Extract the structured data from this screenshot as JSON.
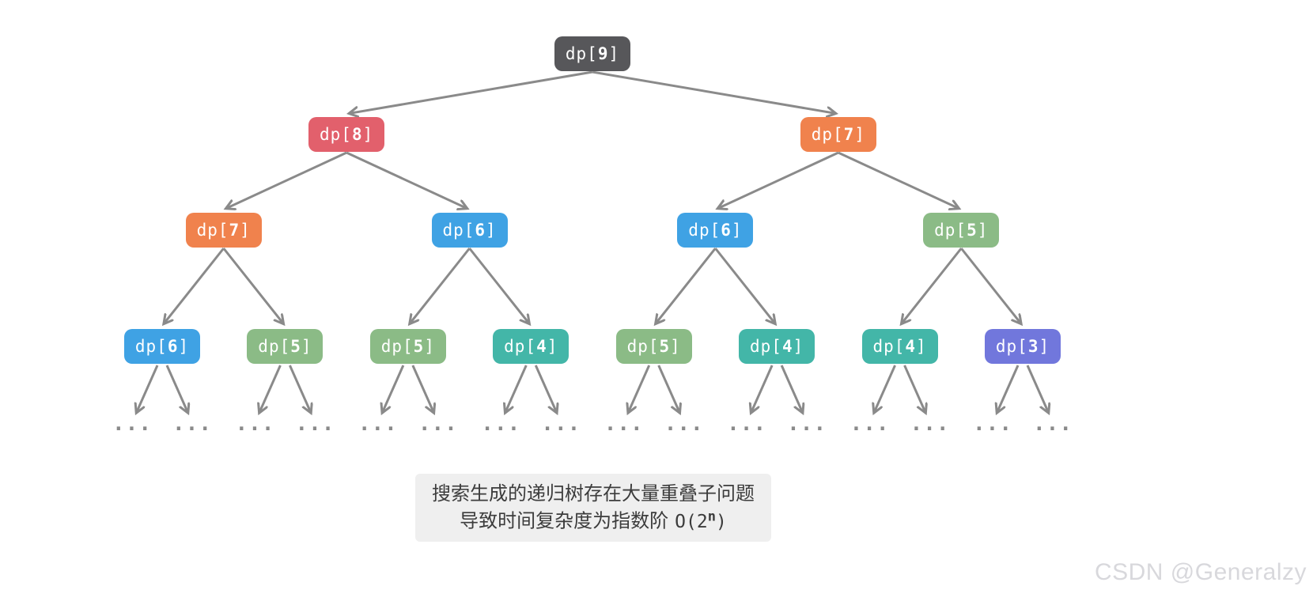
{
  "diagram": {
    "title_hint": "recursion tree of dp (climbing stairs) showing overlapping subproblems",
    "ellipsis_label": "...",
    "colors": {
      "dark": "#57575a",
      "red": "#e2606c",
      "orange": "#f0824d",
      "blue": "#3fa2e4",
      "green": "#8bbb86",
      "teal": "#43b6a8",
      "purple": "#7177dc",
      "arrow": "#8a8a8a"
    },
    "levels": [
      [
        {
          "label": "dp[9]",
          "color": "dark"
        }
      ],
      [
        {
          "label": "dp[8]",
          "color": "red"
        },
        {
          "label": "dp[7]",
          "color": "orange"
        }
      ],
      [
        {
          "label": "dp[7]",
          "color": "orange"
        },
        {
          "label": "dp[6]",
          "color": "blue"
        },
        {
          "label": "dp[6]",
          "color": "blue"
        },
        {
          "label": "dp[5]",
          "color": "green"
        }
      ],
      [
        {
          "label": "dp[6]",
          "color": "blue"
        },
        {
          "label": "dp[5]",
          "color": "green"
        },
        {
          "label": "dp[5]",
          "color": "green"
        },
        {
          "label": "dp[4]",
          "color": "teal"
        },
        {
          "label": "dp[5]",
          "color": "green"
        },
        {
          "label": "dp[4]",
          "color": "teal"
        },
        {
          "label": "dp[4]",
          "color": "teal"
        },
        {
          "label": "dp[3]",
          "color": "purple"
        }
      ]
    ]
  },
  "caption": {
    "line1": "搜索生成的递归树存在大量重叠子问题",
    "line2_text": "导致时间复杂度为指数阶",
    "formula_base": "O(2",
    "formula_sup": "n",
    "formula_close": ")"
  },
  "watermark": "CSDN @Generalzy"
}
